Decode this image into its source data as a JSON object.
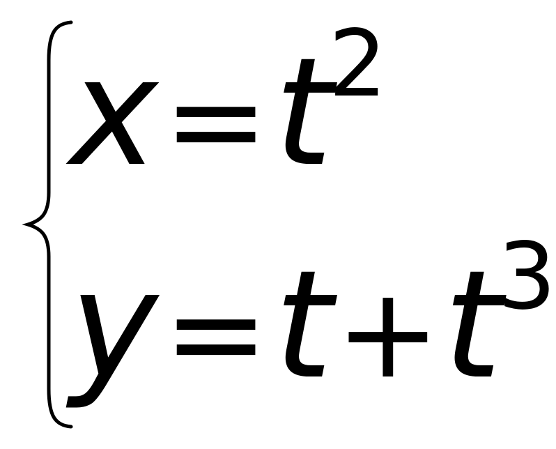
{
  "equations": [
    {
      "lhs": "x",
      "eq": "=",
      "terms": [
        {
          "base": "t",
          "exp": "2"
        }
      ]
    },
    {
      "lhs": "y",
      "eq": "=",
      "terms": [
        {
          "base": "t",
          "exp": ""
        },
        {
          "op": "+"
        },
        {
          "base": "t",
          "exp": "3"
        }
      ]
    }
  ],
  "colors": {
    "ink": "#000000",
    "background": "#ffffff"
  },
  "icons": {
    "brace": "left-curly-brace"
  }
}
